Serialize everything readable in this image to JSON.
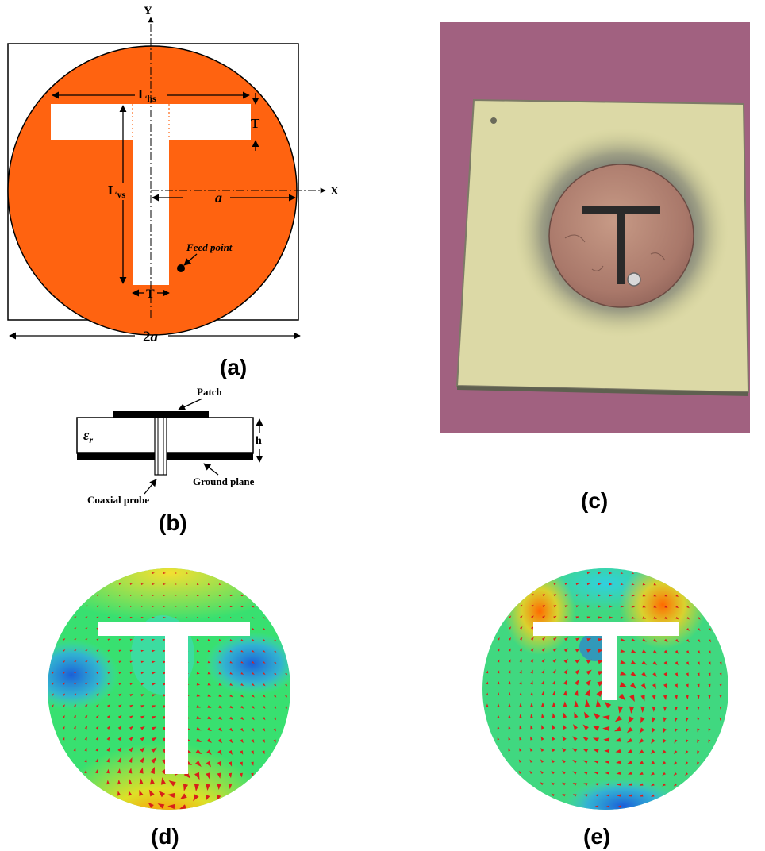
{
  "panel_a": {
    "caption": "(a)",
    "y_axis": "Y",
    "x_axis": "X",
    "l_hs_main": "L",
    "l_hs_sub": "hs",
    "l_vs_main": "L",
    "l_vs_sub": "vs",
    "t_top": "T",
    "t_bottom": "T",
    "a": "a",
    "two_a_num": "2",
    "two_a_var": "a",
    "feed": "Feed point",
    "patch_color": "#ff6310"
  },
  "panel_b": {
    "caption": "(b)",
    "patch": "Patch",
    "eps_main": "ε",
    "eps_sub": "r",
    "h": "h",
    "ground": "Ground plane",
    "probe": "Coaxial probe"
  },
  "panel_c": {
    "caption": "(c)"
  },
  "panel_d": {
    "caption": "(d)"
  },
  "panel_e": {
    "caption": "(e)"
  }
}
